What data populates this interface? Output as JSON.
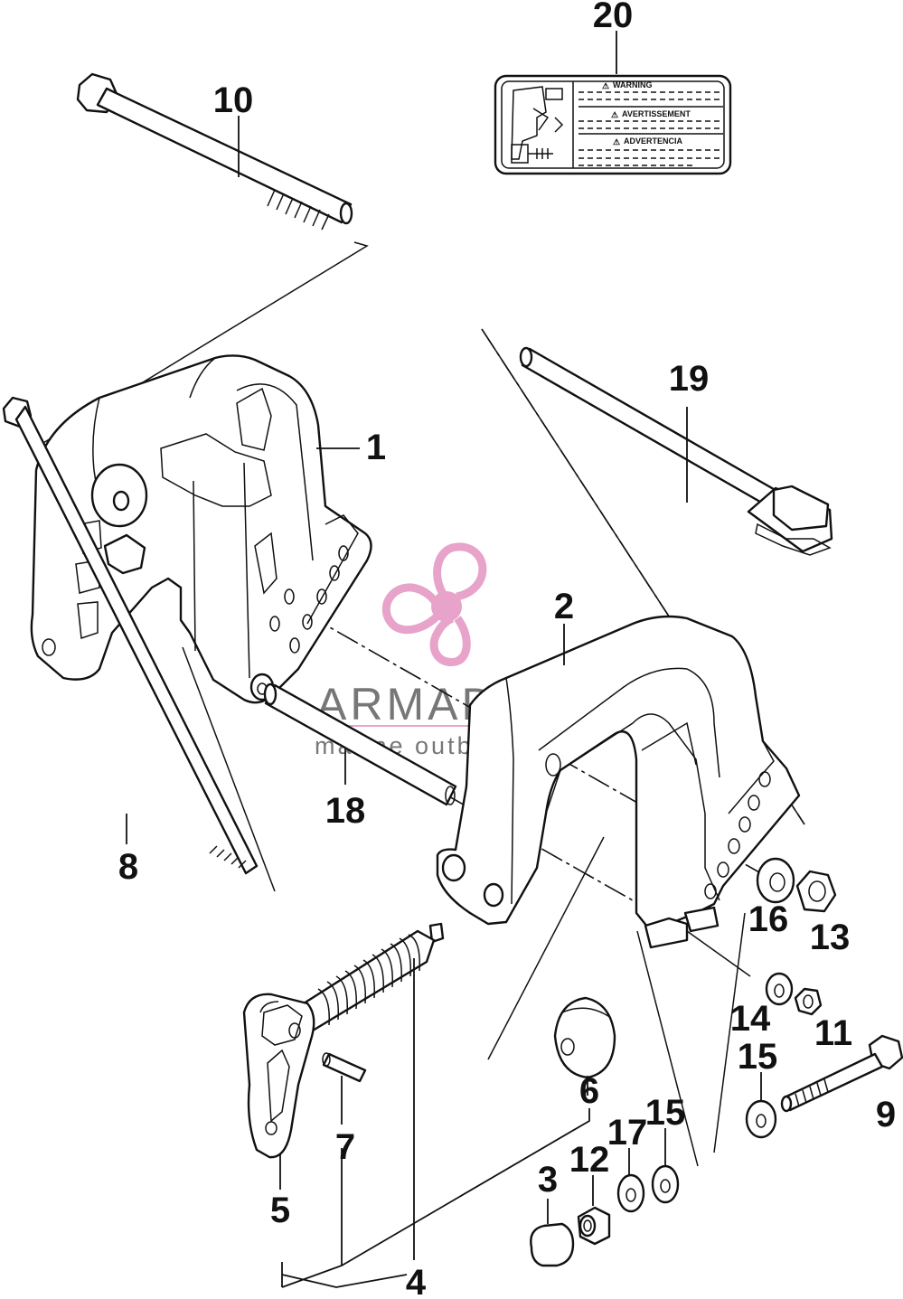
{
  "parts": [
    {
      "number": "1"
    },
    {
      "number": "2"
    },
    {
      "number": "3"
    },
    {
      "number": "4"
    },
    {
      "number": "5"
    },
    {
      "number": "6"
    },
    {
      "number": "7"
    },
    {
      "number": "8"
    },
    {
      "number": "9"
    },
    {
      "number": "10"
    },
    {
      "number": "11"
    },
    {
      "number": "12"
    },
    {
      "number": "13"
    },
    {
      "number": "14"
    },
    {
      "number": "15"
    },
    {
      "number": "15"
    },
    {
      "number": "16"
    },
    {
      "number": "17"
    },
    {
      "number": "18"
    },
    {
      "number": "19"
    },
    {
      "number": "20"
    }
  ],
  "warning_label": {
    "line1": "WARNING",
    "line2": "AVERTISSEMENT",
    "line3": "ADVERTENCIA"
  },
  "watermark": {
    "brand": "ARMADA",
    "tagline": "marine outboards",
    "accent_color": "#e7a3c9",
    "text_color": "#777777"
  }
}
